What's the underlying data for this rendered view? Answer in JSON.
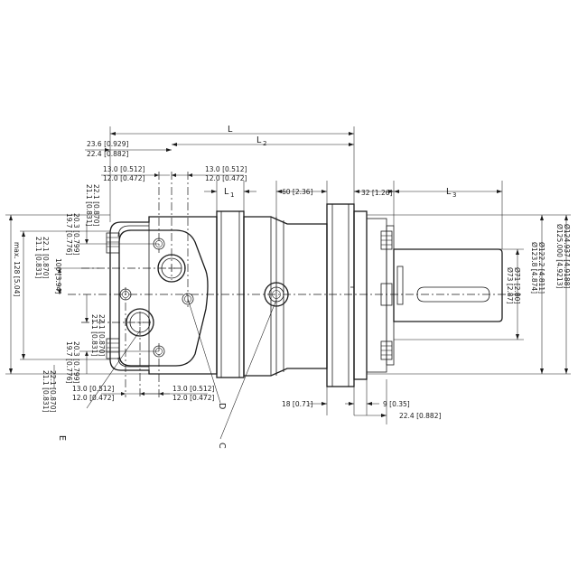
{
  "labels": {
    "L": "L",
    "L2": "L",
    "L2_sub": "2",
    "L1": "L",
    "L1_sub": "1",
    "L3": "L",
    "L3_sub": "3",
    "C": "C",
    "D": "D",
    "E": "E"
  },
  "dims": {
    "d236": "23.6 [0.929]",
    "d224": "22.4 [0.882]",
    "d130_top": "13.0 [0.512]",
    "d120_top": "12.0 [0.472]",
    "d130_top2": "13.0 [0.512]",
    "d120_top2": "12.0 [0.472]",
    "d60": "60 [2.36]",
    "d32": "32 [1.26]",
    "d221_top": "22.1 [0.870]",
    "d211_top": "21.1 [0.831]",
    "d203_top": "20.3 [0.799]",
    "d197_top": "19.7 [0.776]",
    "d221_left": "22.1 [0.870]",
    "d211_left": "21.1 [0.831]",
    "d128": "max. 128 [5.04]",
    "d100": "100 [3.94]",
    "d221_mid": "22.1 [0.870]",
    "d211_mid": "21.1 [0.831]",
    "d203_bot": "20.3 [0.799]",
    "d197_bot": "19.7 [0.776]",
    "d221_bot": "22.1 [0.870]",
    "d211_bot": "21.1 [0.831]",
    "d130_bot": "13.0 [0.512]",
    "d120_bot": "12.0 [0.472]",
    "d130_bot2": "13.0 [0.512]",
    "d120_bot2": "12.0 [0.472]",
    "d18": "18 [0.71]",
    "d9": "9 [0.35]",
    "d224_bot": "22.4 [0.882]",
    "d73": "Ø73 [2.87]",
    "d71": "Ø71 [2.80]",
    "d1238": "Ø123.8 [4.874]",
    "d1222": "Ø122.2 [4.811]",
    "d125000": "Ø125.000 [4.9213]",
    "d124937": "Ø124.937 [4.9188]"
  }
}
